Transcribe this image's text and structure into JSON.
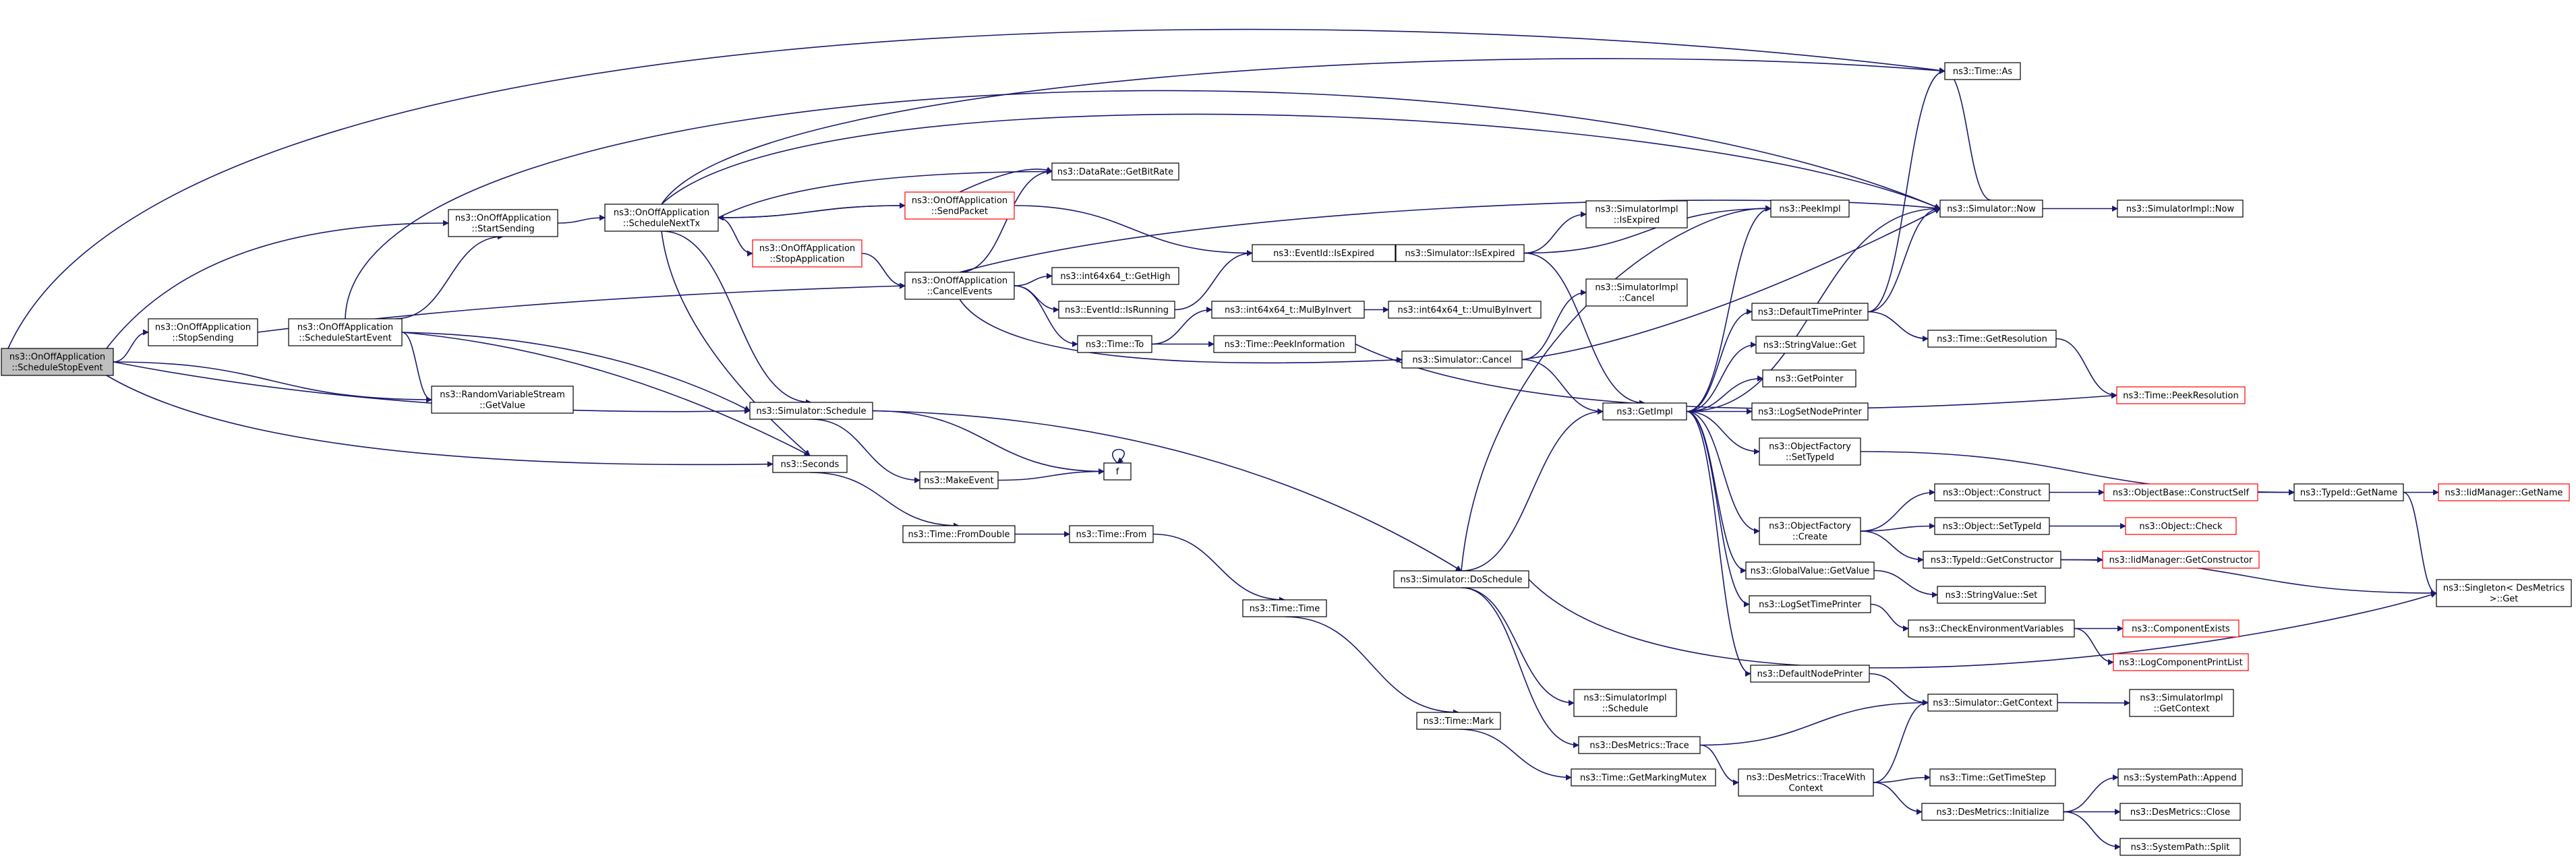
{
  "colors": {
    "edge": "#191970",
    "node_border": "#000000",
    "node_fill": "#ffffff",
    "truncated_border": "#ff0000",
    "root_fill": "#bfbfbf"
  },
  "nodes": [
    {
      "id": "root",
      "lines": [
        "ns3::OnOffApplication",
        "::ScheduleStopEvent"
      ],
      "style": "root"
    },
    {
      "id": "stopsending",
      "lines": [
        "ns3::OnOffApplication",
        "::StopSending"
      ],
      "style": "normal"
    },
    {
      "id": "startsending",
      "lines": [
        "ns3::OnOffApplication",
        "::StartSending"
      ],
      "style": "normal"
    },
    {
      "id": "schedstart",
      "lines": [
        "ns3::OnOffApplication",
        "::ScheduleStartEvent"
      ],
      "style": "normal"
    },
    {
      "id": "rvsgetvalue",
      "lines": [
        "ns3::RandomVariableStream",
        "::GetValue"
      ],
      "style": "normal"
    },
    {
      "id": "schednexttx",
      "lines": [
        "ns3::OnOffApplication",
        "::ScheduleNextTx"
      ],
      "style": "normal"
    },
    {
      "id": "sendpacket",
      "lines": [
        "ns3::OnOffApplication",
        "::SendPacket"
      ],
      "style": "truncated"
    },
    {
      "id": "stopapp",
      "lines": [
        "ns3::OnOffApplication",
        "::StopApplication"
      ],
      "style": "truncated"
    },
    {
      "id": "simschedule",
      "lines": [
        "ns3::Simulator::Schedule"
      ],
      "style": "normal"
    },
    {
      "id": "seconds",
      "lines": [
        "ns3::Seconds"
      ],
      "style": "normal"
    },
    {
      "id": "makeevent",
      "lines": [
        "ns3::MakeEvent"
      ],
      "style": "normal"
    },
    {
      "id": "f",
      "lines": [
        "f"
      ],
      "style": "normal"
    },
    {
      "id": "fromdouble",
      "lines": [
        "ns3::Time::FromDouble"
      ],
      "style": "normal"
    },
    {
      "id": "timefrom",
      "lines": [
        "ns3::Time::From"
      ],
      "style": "normal"
    },
    {
      "id": "timetime",
      "lines": [
        "ns3::Time::Time"
      ],
      "style": "normal"
    },
    {
      "id": "timemark",
      "lines": [
        "ns3::Time::Mark"
      ],
      "style": "normal"
    },
    {
      "id": "getmarkingmutex",
      "lines": [
        "ns3::Time::GetMarkingMutex"
      ],
      "style": "normal"
    },
    {
      "id": "cancelevents",
      "lines": [
        "ns3::OnOffApplication",
        "::CancelEvents"
      ],
      "style": "normal"
    },
    {
      "id": "getbitrate",
      "lines": [
        "ns3::DataRate::GetBitRate"
      ],
      "style": "normal"
    },
    {
      "id": "gethigh",
      "lines": [
        "ns3::int64x64_t::GetHigh"
      ],
      "style": "normal"
    },
    {
      "id": "isrunning",
      "lines": [
        "ns3::EventId::IsRunning"
      ],
      "style": "normal"
    },
    {
      "id": "timeto",
      "lines": [
        "ns3::Time::To"
      ],
      "style": "normal"
    },
    {
      "id": "eidisexpired",
      "lines": [
        "ns3::EventId::IsExpired"
      ],
      "style": "normal"
    },
    {
      "id": "mulbyinvert",
      "lines": [
        "ns3::int64x64_t::MulByInvert"
      ],
      "style": "normal"
    },
    {
      "id": "peekinfo",
      "lines": [
        "ns3::Time::PeekInformation"
      ],
      "style": "normal"
    },
    {
      "id": "umulbyinvert",
      "lines": [
        "ns3::int64x64_t::UmulByInvert"
      ],
      "style": "normal"
    },
    {
      "id": "simisexpired",
      "lines": [
        "ns3::Simulator::IsExpired"
      ],
      "style": "normal"
    },
    {
      "id": "simimplisexpired",
      "lines": [
        "ns3::SimulatorImpl",
        "::IsExpired"
      ],
      "style": "normal"
    },
    {
      "id": "simimplcancel",
      "lines": [
        "ns3::SimulatorImpl",
        "::Cancel"
      ],
      "style": "normal"
    },
    {
      "id": "simcancel",
      "lines": [
        "ns3::Simulator::Cancel"
      ],
      "style": "normal"
    },
    {
      "id": "simdoschedule",
      "lines": [
        "ns3::Simulator::DoSchedule"
      ],
      "style": "normal"
    },
    {
      "id": "simimplschedule",
      "lines": [
        "ns3::SimulatorImpl",
        "::Schedule"
      ],
      "style": "normal"
    },
    {
      "id": "desmtrace",
      "lines": [
        "ns3::DesMetrics::Trace"
      ],
      "style": "normal"
    },
    {
      "id": "desmtracewith",
      "lines": [
        "ns3::DesMetrics::TraceWith",
        "Context"
      ],
      "style": "normal"
    },
    {
      "id": "getimpl",
      "lines": [
        "ns3::GetImpl"
      ],
      "style": "normal"
    },
    {
      "id": "peekimpl",
      "lines": [
        "ns3::PeekImpl"
      ],
      "style": "normal"
    },
    {
      "id": "timeas",
      "lines": [
        "ns3::Time::As"
      ],
      "style": "normal"
    },
    {
      "id": "simnow",
      "lines": [
        "ns3::Simulator::Now"
      ],
      "style": "normal"
    },
    {
      "id": "simimplnow",
      "lines": [
        "ns3::SimulatorImpl::Now"
      ],
      "style": "normal"
    },
    {
      "id": "defaulttimeprinter",
      "lines": [
        "ns3::DefaultTimePrinter"
      ],
      "style": "normal"
    },
    {
      "id": "stringvalueget",
      "lines": [
        "ns3::StringValue::Get"
      ],
      "style": "normal"
    },
    {
      "id": "getpointer",
      "lines": [
        "ns3::GetPointer"
      ],
      "style": "normal"
    },
    {
      "id": "logsetnodeprinter",
      "lines": [
        "ns3::LogSetNodePrinter"
      ],
      "style": "normal"
    },
    {
      "id": "ofsettypeid",
      "lines": [
        "ns3::ObjectFactory",
        "::SetTypeId"
      ],
      "style": "normal"
    },
    {
      "id": "ofcreate",
      "lines": [
        "ns3::ObjectFactory",
        "::Create"
      ],
      "style": "normal"
    },
    {
      "id": "gvgetvalue",
      "lines": [
        "ns3::GlobalValue::GetValue"
      ],
      "style": "normal"
    },
    {
      "id": "logsettimeprinter",
      "lines": [
        "ns3::LogSetTimePrinter"
      ],
      "style": "normal"
    },
    {
      "id": "defaultnodeprinter",
      "lines": [
        "ns3::DefaultNodePrinter"
      ],
      "style": "normal"
    },
    {
      "id": "getresolution",
      "lines": [
        "ns3::Time::GetResolution"
      ],
      "style": "normal"
    },
    {
      "id": "peekresolution",
      "lines": [
        "ns3::Time::PeekResolution"
      ],
      "style": "truncated"
    },
    {
      "id": "objconstruct",
      "lines": [
        "ns3::Object::Construct"
      ],
      "style": "normal"
    },
    {
      "id": "objsettypeid",
      "lines": [
        "ns3::Object::SetTypeId"
      ],
      "style": "normal"
    },
    {
      "id": "tidgetconstructor",
      "lines": [
        "ns3::TypeId::GetConstructor"
      ],
      "style": "normal"
    },
    {
      "id": "stringvalueset",
      "lines": [
        "ns3::StringValue::Set"
      ],
      "style": "normal"
    },
    {
      "id": "checkenvvars",
      "lines": [
        "ns3::CheckEnvironmentVariables"
      ],
      "style": "normal"
    },
    {
      "id": "simgetcontext",
      "lines": [
        "ns3::Simulator::GetContext"
      ],
      "style": "normal"
    },
    {
      "id": "gettimestep",
      "lines": [
        "ns3::Time::GetTimeStep"
      ],
      "style": "normal"
    },
    {
      "id": "desminit",
      "lines": [
        "ns3::DesMetrics::Initialize"
      ],
      "style": "normal"
    },
    {
      "id": "objbaseconstructself",
      "lines": [
        "ns3::ObjectBase::ConstructSelf"
      ],
      "style": "truncated"
    },
    {
      "id": "objcheck",
      "lines": [
        "ns3::Object::Check"
      ],
      "style": "truncated"
    },
    {
      "id": "iidmgetconstructor",
      "lines": [
        "ns3::IidManager::GetConstructor"
      ],
      "style": "truncated"
    },
    {
      "id": "componentexists",
      "lines": [
        "ns3::ComponentExists"
      ],
      "style": "truncated"
    },
    {
      "id": "logcompprintlist",
      "lines": [
        "ns3::LogComponentPrintList"
      ],
      "style": "truncated"
    },
    {
      "id": "simimplgetcontext",
      "lines": [
        "ns3::SimulatorImpl",
        "::GetContext"
      ],
      "style": "normal"
    },
    {
      "id": "spappend",
      "lines": [
        "ns3::SystemPath::Append"
      ],
      "style": "normal"
    },
    {
      "id": "desmclose",
      "lines": [
        "ns3::DesMetrics::Close"
      ],
      "style": "normal"
    },
    {
      "id": "spsplit",
      "lines": [
        "ns3::SystemPath::Split"
      ],
      "style": "normal"
    },
    {
      "id": "tidgetname",
      "lines": [
        "ns3::TypeId::GetName"
      ],
      "style": "normal"
    },
    {
      "id": "iidmgetname",
      "lines": [
        "ns3::IidManager::GetName"
      ],
      "style": "truncated"
    },
    {
      "id": "singletonget",
      "lines": [
        "ns3::Singleton< DesMetrics",
        " >::Get"
      ],
      "style": "normal"
    }
  ]
}
